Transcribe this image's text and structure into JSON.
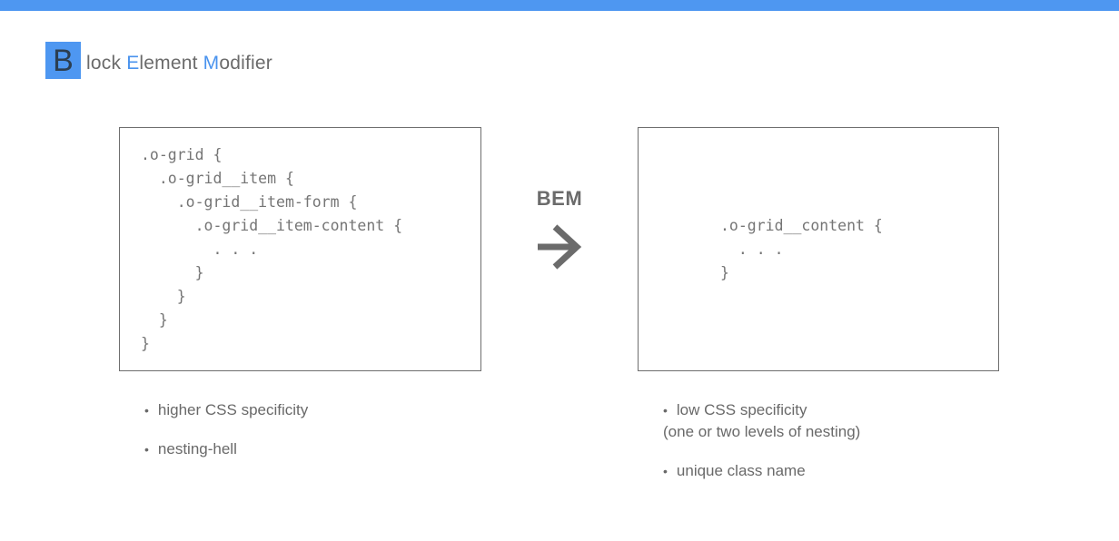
{
  "title": {
    "chip": "B",
    "segments": {
      "s1": "lock ",
      "s2": "E",
      "s3": "lement ",
      "s4": "M",
      "s5": "odifier"
    }
  },
  "bem_label": "BEM",
  "bullet_char": "•",
  "icons": {
    "transform_arrow": "right-arrow-icon"
  },
  "left_panel": {
    "code": ".o-grid {\n  .o-grid__item {\n    .o-grid__item-form {\n      .o-grid__item-content {\n        . . .\n      }\n    }\n  }\n}",
    "bullets": [
      {
        "text": "higher CSS specificity"
      },
      {
        "text": "nesting-hell"
      }
    ]
  },
  "right_panel": {
    "code": ".o-grid__content {\n  . . .\n}",
    "bullets": [
      {
        "text": "low CSS specificity",
        "subtext": "(one or two levels of nesting)"
      },
      {
        "text": "unique class name"
      }
    ]
  },
  "colors": {
    "accent": "#4e97f1",
    "accent-letter": "#4a93ee",
    "chip-text": "#2c3e50",
    "gray-text": "#6b6b6b",
    "code-text": "#757575",
    "border": "#6e6e6e",
    "notes-text": "#696969"
  }
}
